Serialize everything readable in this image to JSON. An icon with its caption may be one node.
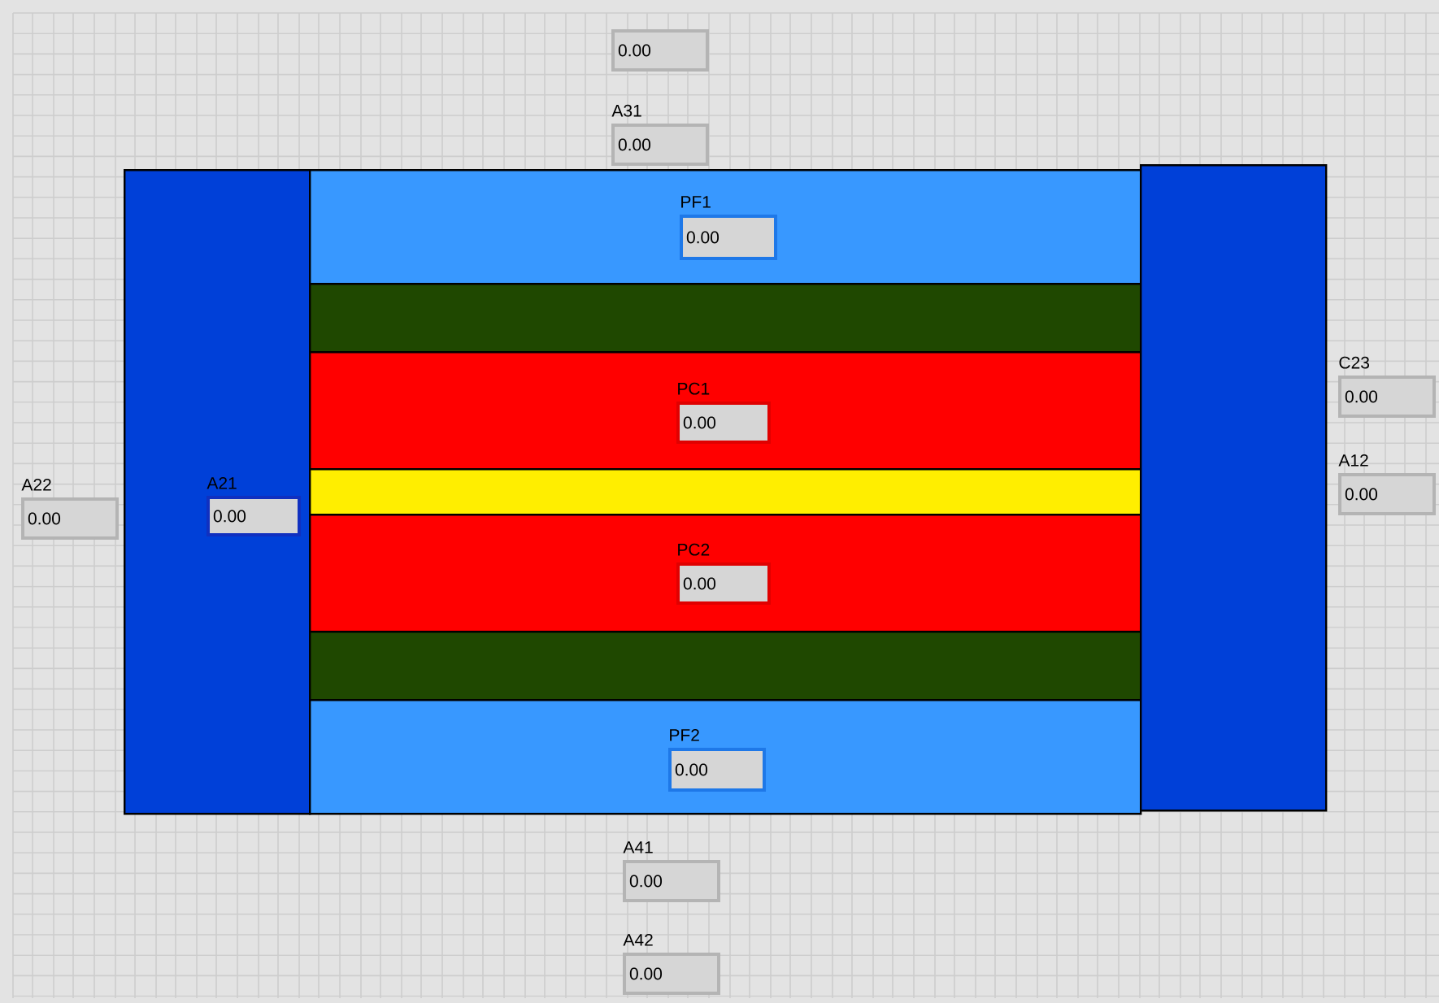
{
  "diagram": {
    "nodes": [
      {
        "text": [
          "0.00"
        ]
      },
      {
        "text": [
          "0.00"
        ],
        "beside": [
          "A31"
        ]
      },
      {
        "text": [],
        "shape": "box"
      },
      {
        "text": [
          "0.00"
        ],
        "beside": [
          "A21"
        ],
        "in": 2
      },
      {
        "text": [],
        "shape": "box"
      },
      {
        "text": [
          "0.00"
        ],
        "beside": [
          "PF1"
        ],
        "in": 4
      },
      {
        "text": [],
        "shape": "box"
      },
      {
        "text": [],
        "shape": "box"
      },
      {
        "text": [
          "0.00"
        ],
        "beside": [
          "PC1"
        ],
        "in": 7
      },
      {
        "text": [],
        "shape": "box"
      },
      {
        "text": [],
        "shape": "box"
      },
      {
        "text": [
          "0.00"
        ],
        "beside": [
          "PC2"
        ],
        "in": 10
      },
      {
        "text": [],
        "shape": "box"
      },
      {
        "text": [],
        "shape": "box"
      },
      {
        "text": [
          "0.00"
        ],
        "beside": [
          "PF2"
        ],
        "in": 13
      },
      {
        "text": [],
        "shape": "box"
      },
      {
        "text": [
          "0.00"
        ],
        "beside": [
          "C23"
        ]
      },
      {
        "text": [
          "0.00"
        ],
        "beside": [
          "A22"
        ]
      },
      {
        "text": [
          "0.00"
        ],
        "beside": [
          "A12"
        ]
      },
      {
        "text": [
          "0.00"
        ],
        "beside": [
          "A41"
        ]
      },
      {
        "text": [
          "0.00"
        ],
        "beside": [
          "A42"
        ]
      }
    ]
  }
}
